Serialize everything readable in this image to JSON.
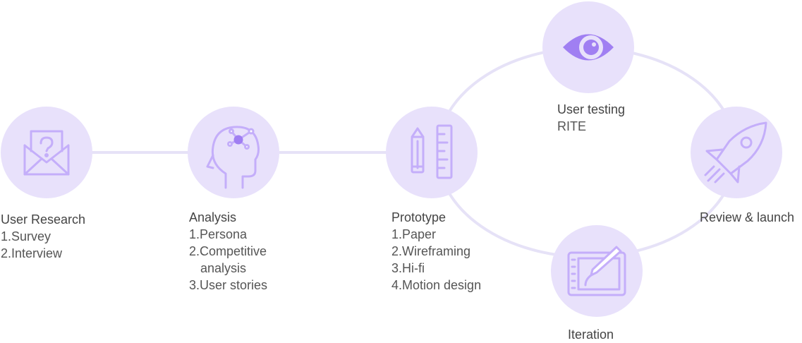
{
  "colors": {
    "circle_fill": "#e8e1fb",
    "connector": "#e6e2f7",
    "icon_light": "#c4aefa",
    "icon_dark": "#a07ff2",
    "text": "#4a4a4a"
  },
  "stages": {
    "research": {
      "icon": "envelope-question-icon",
      "title": "User Research",
      "items": [
        "1.Survey",
        "2.Interview"
      ]
    },
    "analysis": {
      "icon": "head-network-icon",
      "title": "Analysis",
      "items": [
        "1.Persona",
        "2.Competitive",
        "analysis",
        "3.User stories"
      ]
    },
    "prototype": {
      "icon": "pencil-ruler-icon",
      "title": "Prototype",
      "items": [
        "1.Paper",
        "2.Wireframing",
        "3.Hi-fi",
        "4.Motion design"
      ]
    },
    "testing": {
      "icon": "eye-icon",
      "title": "User testing",
      "items": [
        "RITE"
      ]
    },
    "launch": {
      "icon": "rocket-icon",
      "title": "Review & launch",
      "items": []
    },
    "iteration": {
      "icon": "drawing-tablet-icon",
      "title": "Iteration",
      "items": []
    }
  }
}
